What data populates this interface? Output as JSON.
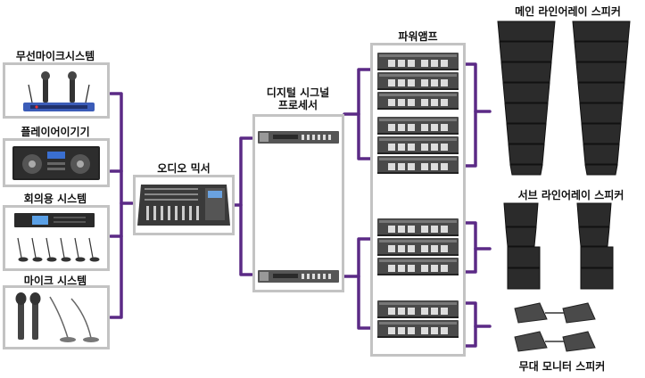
{
  "diagram": {
    "inputs": [
      {
        "label": "무선마이크시스템",
        "icon": "wireless-mic-system-icon"
      },
      {
        "label": "플레이어이기기",
        "icon": "cd-player-icon"
      },
      {
        "label": "회의용 시스템",
        "icon": "conference-system-icon"
      },
      {
        "label": "마이크 시스템",
        "icon": "microphone-system-icon"
      }
    ],
    "mixer": {
      "label": "오디오 믹서",
      "icon": "audio-mixer-icon"
    },
    "processor": {
      "label_line1": "디지털 시그널",
      "label_line2": "프로세서",
      "icon": "signal-processor-icon"
    },
    "amplifier": {
      "label": "파워앰프",
      "icon": "power-amplifier-icon"
    },
    "outputs": [
      {
        "label": "메인 라인어레이 스피커",
        "icon": "main-line-array-speaker-icon"
      },
      {
        "label": "서브 라인어레이 스피커",
        "icon": "sub-line-array-speaker-icon"
      },
      {
        "label": "무대 모니터 스피커",
        "icon": "stage-monitor-speaker-icon"
      }
    ],
    "line_color": "#5b2a86",
    "box_border_color": "#c3c3c3"
  }
}
